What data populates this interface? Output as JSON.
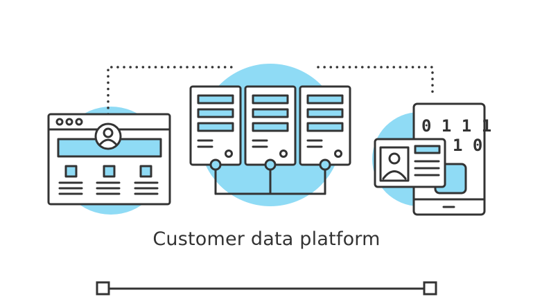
{
  "caption": "Customer data platform",
  "phone_binary": {
    "row1": "0 1 1 1",
    "row2": "1 0"
  },
  "colors": {
    "stroke": "#333333",
    "accent": "#8fdbf5",
    "background": "#ffffff"
  },
  "icons": [
    "web-page-icon",
    "user-avatar-icon",
    "server-rack-icon",
    "mobile-phone-icon",
    "id-card-icon"
  ]
}
